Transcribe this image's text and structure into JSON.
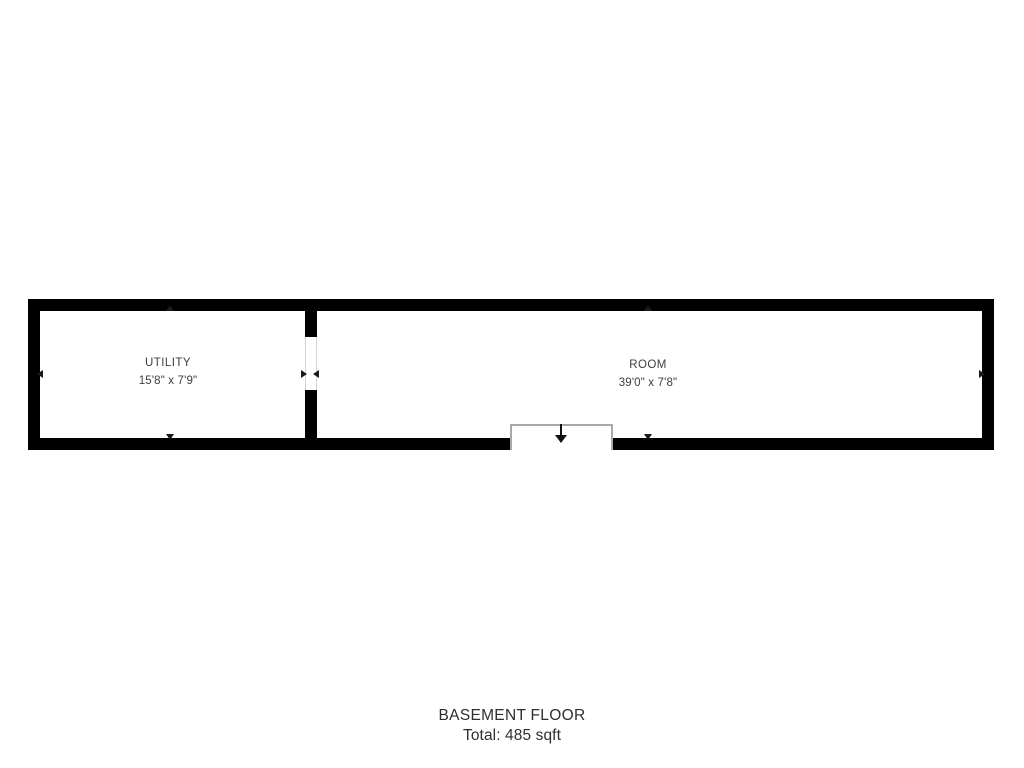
{
  "plan": {
    "caption_title": "BASEMENT FLOOR",
    "caption_total": "Total: 485 sqft",
    "wall_color": "#000000",
    "background_color": "#ffffff",
    "text_color": "#3d3d3d",
    "opening_outline_color": "#a8a8a8"
  },
  "rooms": [
    {
      "name": "UTILITY",
      "dimensions": "15'8\" x 7'9\"",
      "width_ft": "15'8\"",
      "depth_ft": "7'9\""
    },
    {
      "name": "ROOM",
      "dimensions": "39'0\" x 7'8\"",
      "width_ft": "39'0\"",
      "depth_ft": "7'8\""
    }
  ],
  "features": {
    "doorway": "interior-opening",
    "stair_recess": "stair-down-alcove",
    "stair_direction": "down"
  },
  "dimension_markers": {
    "utility_top": "up-arrow",
    "utility_bottom": "down-arrow",
    "utility_left": "left-arrow",
    "utility_right": "right-arrow",
    "room_top": "up-arrow",
    "room_bottom": "down-arrow",
    "room_left": "left-arrow",
    "room_right": "right-arrow"
  }
}
